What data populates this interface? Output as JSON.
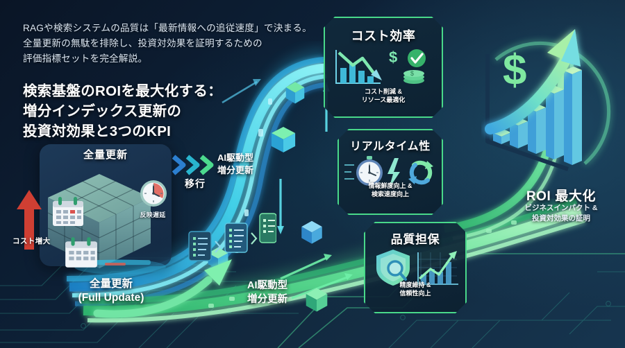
{
  "theme": {
    "bg_dark": "#0a1526",
    "bg_light": "#16354f",
    "accent_green": "#49d98a",
    "accent_cyan": "#3fd0e8",
    "accent_red": "#d9453c",
    "text_primary": "#ffffff",
    "text_secondary": "#dbe6f2"
  },
  "header": {
    "subhead_line1": "RAGや検索システムの品質は「最新情報への追従速度」で決まる。",
    "subhead_line2": "全量更新の無駄を排除し、投資対効果を証明するための",
    "subhead_line3": "評価指標セットを完全解説。",
    "title_line1": "検索基盤のROIを最大化する：",
    "title_line2": "増分インデックス更新の",
    "title_line3": "投資対効果と3つのKPI"
  },
  "left_panel": {
    "panel_title": "全量更新",
    "cost_label": "コスト増大",
    "delay_label": "反映遅延",
    "caption_line1": "全量更新",
    "caption_line2": "(Full Update)"
  },
  "transition": {
    "migrate_label": "移行",
    "ai_label_top_line1": "AI駆動型",
    "ai_label_top_line2": "増分更新",
    "ai_label_bottom_line1": "AI駆動型",
    "ai_label_bottom_line2": "増分更新"
  },
  "kpi_cards": [
    {
      "id": "cost",
      "title": "コスト効率",
      "sub_line1": "コスト削減 &",
      "sub_line2": "リソース最適化"
    },
    {
      "id": "realtime",
      "title": "リアルタイム性",
      "sub_line1": "情報鮮度向上 &",
      "sub_line2": "検索速度向上"
    },
    {
      "id": "quality",
      "title": "品質担保",
      "sub_line1": "精度維持 &",
      "sub_line2": "信頼性向上"
    }
  ],
  "roi": {
    "title": "ROI 最大化",
    "sub_line1": "ビジネスインパクト &",
    "sub_line2": "投資対効果の証明",
    "currency_symbol": "$"
  }
}
